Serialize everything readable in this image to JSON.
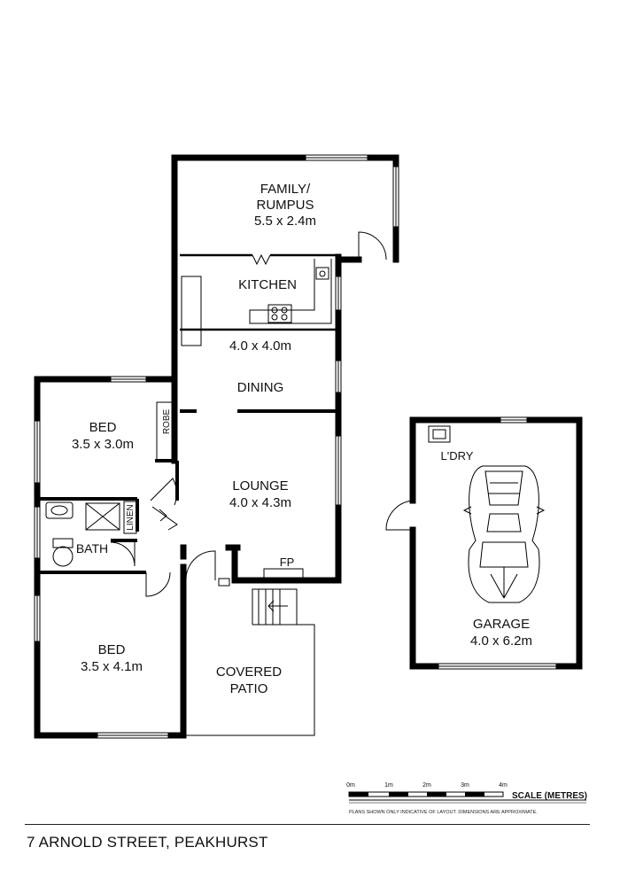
{
  "rooms": {
    "family": {
      "name": "FAMILY/",
      "name2": "RUMPUS",
      "size": "5.5 x 2.4m"
    },
    "kitchen": {
      "name": "KITCHEN"
    },
    "kitchen_dining_size": "4.0 x 4.0m",
    "dining": {
      "name": "DINING"
    },
    "bed1": {
      "name": "BED",
      "size": "3.5 x 3.0m"
    },
    "robe": "ROBE",
    "lounge": {
      "name": "LOUNGE",
      "size": "4.0 x 4.3m"
    },
    "linen": "LINEN",
    "bath": "BATH",
    "fp": "FP",
    "bed2": {
      "name": "BED",
      "size": "3.5 x 4.1m"
    },
    "patio": {
      "name": "COVERED",
      "name2": "PATIO"
    },
    "laundry": "L'DRY",
    "garage": {
      "name": "GARAGE",
      "size": "4.0 x 6.2m"
    }
  },
  "scale": {
    "ticks": [
      "0m",
      "1m",
      "2m",
      "3m",
      "4m"
    ],
    "title": "SCALE (METRES)",
    "disclaimer": "PLANS SHOWN ONLY INDICATIVE OF LAYOUT.  DIMENSIONS ARE APPROXIMATE."
  },
  "address": "7 ARNOLD STREET, PEAKHURST"
}
